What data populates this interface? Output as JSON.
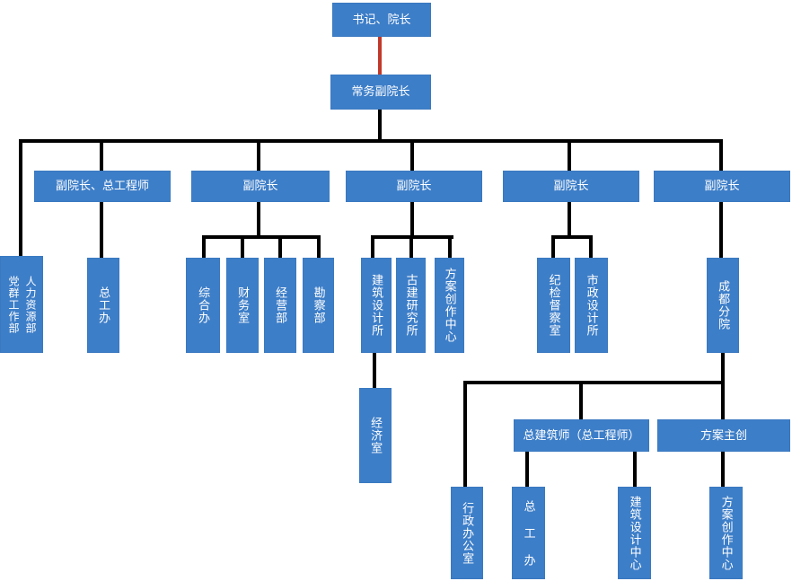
{
  "diagram": {
    "type": "org-chart",
    "colors": {
      "node_fill": "#3D7EC8",
      "node_border": "#3A79C0",
      "node_text": "#FFFFFF",
      "connector": "#000000",
      "top_connector": "#C0392B"
    },
    "nodes": {
      "secretary_dean": {
        "label": "书记、院长"
      },
      "executive_vice_dean": {
        "label": "常务副院长"
      },
      "vice_dean_chief_engineer": {
        "label": "副院长、总工程师"
      },
      "vice_dean_1": {
        "label": "副院长"
      },
      "vice_dean_2": {
        "label": "副院长"
      },
      "vice_dean_3": {
        "label": "副院长"
      },
      "vice_dean_4": {
        "label": "副院长"
      },
      "party_mass_dept": {
        "label": "党群工作部"
      },
      "hr_dept": {
        "label": "人力资源部"
      },
      "chief_engineer_office": {
        "label": "总工办"
      },
      "general_office": {
        "label": "综合办"
      },
      "finance_office": {
        "label": "财务室"
      },
      "operations_dept": {
        "label": "经营部"
      },
      "survey_dept": {
        "label": "勘察部"
      },
      "architectural_design_institute": {
        "label": "建筑设计所"
      },
      "ancient_architecture_institute": {
        "label": "古建研究所"
      },
      "scheme_creation_center": {
        "label": "方案创作中心"
      },
      "discipline_inspection_office": {
        "label": "纪检督察室"
      },
      "municipal_design_institute": {
        "label": "市政设计所"
      },
      "chengdu_branch": {
        "label": "成都分院"
      },
      "economy_office": {
        "label": "经济室"
      },
      "chief_architect": {
        "label": "总建筑师（总工程师）"
      },
      "scheme_lead": {
        "label": "方案主创"
      },
      "admin_office": {
        "label": "行政办公室"
      },
      "branch_chief_engineer_office": {
        "label": "总 工 办"
      },
      "architectural_design_center": {
        "label": "建筑设计中心"
      },
      "branch_scheme_creation_center": {
        "label": "方案创作中心"
      }
    },
    "edges": [
      {
        "from": "secretary_dean",
        "to": "executive_vice_dean",
        "style": "red"
      },
      {
        "from": "executive_vice_dean",
        "to": "party_mass_dept"
      },
      {
        "from": "executive_vice_dean",
        "to": "hr_dept"
      },
      {
        "from": "executive_vice_dean",
        "to": "vice_dean_chief_engineer"
      },
      {
        "from": "executive_vice_dean",
        "to": "vice_dean_1"
      },
      {
        "from": "executive_vice_dean",
        "to": "vice_dean_2"
      },
      {
        "from": "executive_vice_dean",
        "to": "vice_dean_3"
      },
      {
        "from": "executive_vice_dean",
        "to": "vice_dean_4"
      },
      {
        "from": "vice_dean_chief_engineer",
        "to": "chief_engineer_office"
      },
      {
        "from": "vice_dean_1",
        "to": "general_office"
      },
      {
        "from": "vice_dean_1",
        "to": "finance_office"
      },
      {
        "from": "vice_dean_1",
        "to": "operations_dept"
      },
      {
        "from": "vice_dean_1",
        "to": "survey_dept"
      },
      {
        "from": "vice_dean_2",
        "to": "architectural_design_institute"
      },
      {
        "from": "vice_dean_2",
        "to": "ancient_architecture_institute"
      },
      {
        "from": "vice_dean_2",
        "to": "scheme_creation_center"
      },
      {
        "from": "architectural_design_institute",
        "to": "economy_office"
      },
      {
        "from": "vice_dean_3",
        "to": "discipline_inspection_office"
      },
      {
        "from": "vice_dean_3",
        "to": "municipal_design_institute"
      },
      {
        "from": "vice_dean_4",
        "to": "chengdu_branch"
      },
      {
        "from": "chengdu_branch",
        "to": "admin_office"
      },
      {
        "from": "chengdu_branch",
        "to": "chief_architect"
      },
      {
        "from": "chengdu_branch",
        "to": "scheme_lead"
      },
      {
        "from": "chief_architect",
        "to": "branch_chief_engineer_office"
      },
      {
        "from": "chief_architect",
        "to": "architectural_design_center"
      },
      {
        "from": "scheme_lead",
        "to": "branch_scheme_creation_center"
      }
    ]
  }
}
